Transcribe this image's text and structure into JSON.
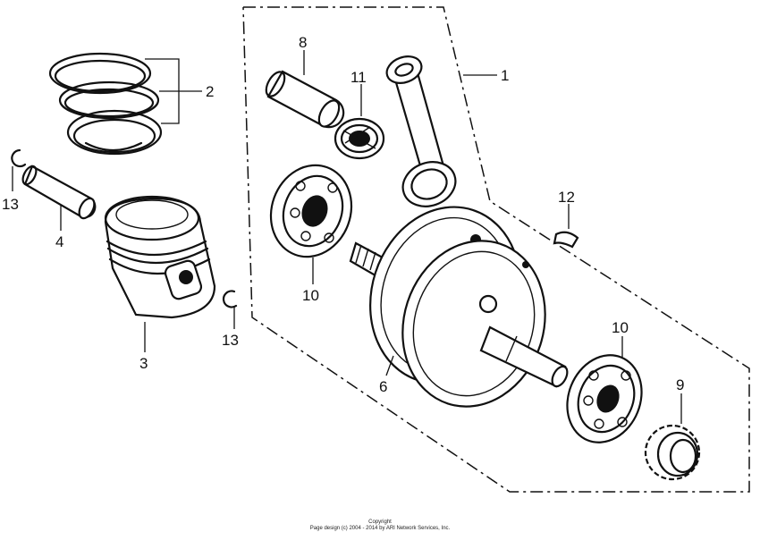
{
  "callouts": {
    "c1": "1",
    "c2": "2",
    "c3": "3",
    "c4": "4",
    "c6": "6",
    "c8": "8",
    "c9": "9",
    "c10a": "10",
    "c10b": "10",
    "c11": "11",
    "c12": "12",
    "c13a": "13",
    "c13b": "13"
  },
  "copyright": {
    "line1": "Copyright",
    "line2": "Page design (c) 2004 - 2014 by ARI Network Services, Inc."
  }
}
